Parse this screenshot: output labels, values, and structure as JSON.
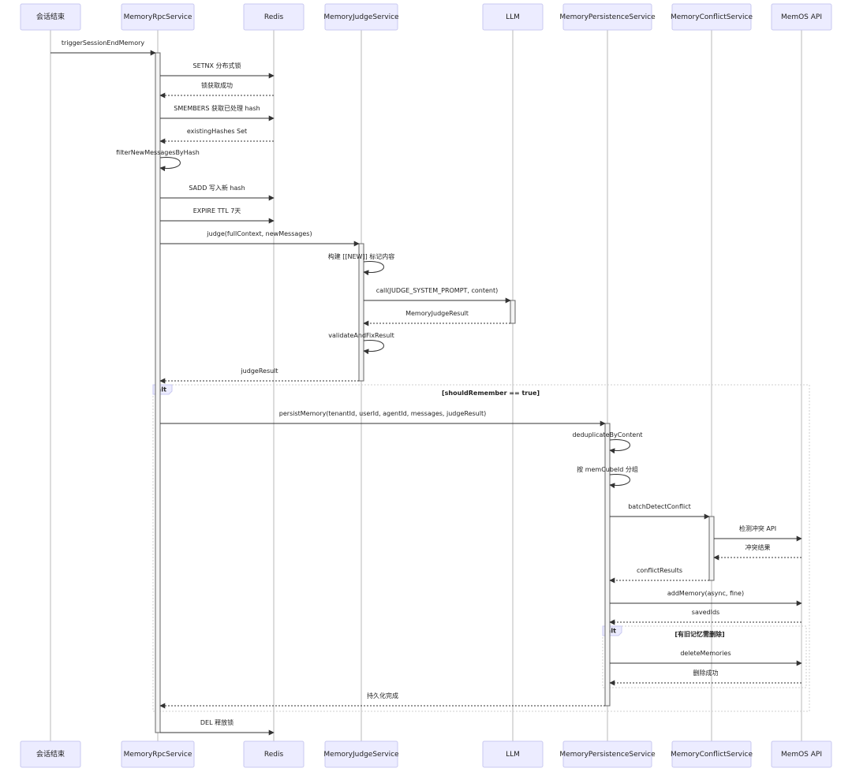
{
  "actors": [
    {
      "id": "session",
      "label": "会话结束"
    },
    {
      "id": "rpc",
      "label": "MemoryRpcService"
    },
    {
      "id": "redis",
      "label": "Redis"
    },
    {
      "id": "judge",
      "label": "MemoryJudgeService"
    },
    {
      "id": "llm",
      "label": "LLM"
    },
    {
      "id": "persist",
      "label": "MemoryPersistenceService"
    },
    {
      "id": "conflict",
      "label": "MemoryConflictService"
    },
    {
      "id": "memos",
      "label": "MemOS API"
    }
  ],
  "messages": [
    {
      "from": "session",
      "to": "rpc",
      "text": "triggerSessionEndMemory",
      "style": "solid"
    },
    {
      "from": "rpc",
      "to": "redis",
      "text": "SETNX 分布式锁",
      "style": "solid"
    },
    {
      "from": "redis",
      "to": "rpc",
      "text": "锁获取成功",
      "style": "dashed"
    },
    {
      "from": "rpc",
      "to": "redis",
      "text": "SMEMBERS 获取已处理 hash",
      "style": "solid"
    },
    {
      "from": "redis",
      "to": "rpc",
      "text": "existingHashes Set",
      "style": "dashed"
    },
    {
      "from": "rpc",
      "to": "rpc",
      "text": "filterNewMessagesByHash",
      "style": "self"
    },
    {
      "from": "rpc",
      "to": "redis",
      "text": "SADD 写入新 hash",
      "style": "solid"
    },
    {
      "from": "rpc",
      "to": "redis",
      "text": "EXPIRE TTL 7天",
      "style": "solid"
    },
    {
      "from": "rpc",
      "to": "judge",
      "text": "judge(fullContext, newMessages)",
      "style": "solid"
    },
    {
      "from": "judge",
      "to": "judge",
      "text": "构建 [[NEW]] 标记内容",
      "style": "self"
    },
    {
      "from": "judge",
      "to": "llm",
      "text": "call(JUDGE_SYSTEM_PROMPT, content)",
      "style": "solid"
    },
    {
      "from": "llm",
      "to": "judge",
      "text": "MemoryJudgeResult",
      "style": "dashed"
    },
    {
      "from": "judge",
      "to": "judge",
      "text": "validateAndFixResult",
      "style": "self"
    },
    {
      "from": "judge",
      "to": "rpc",
      "text": "judgeResult",
      "style": "dashed"
    },
    {
      "from": "rpc",
      "to": "persist",
      "text": "persistMemory(tenantId, userId, agentId, messages, judgeResult)",
      "style": "solid"
    },
    {
      "from": "persist",
      "to": "persist",
      "text": "deduplicateByContent",
      "style": "self"
    },
    {
      "from": "persist",
      "to": "persist",
      "text": "按 memCubeId 分组",
      "style": "self"
    },
    {
      "from": "persist",
      "to": "conflict",
      "text": "batchDetectConflict",
      "style": "solid"
    },
    {
      "from": "conflict",
      "to": "memos",
      "text": "检测冲突 API",
      "style": "solid"
    },
    {
      "from": "memos",
      "to": "conflict",
      "text": "冲突结果",
      "style": "dashed"
    },
    {
      "from": "conflict",
      "to": "persist",
      "text": "conflictResults",
      "style": "dashed"
    },
    {
      "from": "persist",
      "to": "memos",
      "text": "addMemory(async, fine)",
      "style": "solid"
    },
    {
      "from": "memos",
      "to": "persist",
      "text": "savedIds",
      "style": "dashed"
    },
    {
      "from": "persist",
      "to": "memos",
      "text": "deleteMemories",
      "style": "solid"
    },
    {
      "from": "memos",
      "to": "persist",
      "text": "删除成功",
      "style": "dashed"
    },
    {
      "from": "persist",
      "to": "rpc",
      "text": "持久化完成",
      "style": "dashed"
    },
    {
      "from": "rpc",
      "to": "redis",
      "text": "DEL 释放锁",
      "style": "solid"
    }
  ],
  "frames": [
    {
      "label": "alt",
      "condition": "[shouldRemember == true]"
    },
    {
      "label": "alt",
      "condition": "[有旧记忆需删除]"
    }
  ]
}
